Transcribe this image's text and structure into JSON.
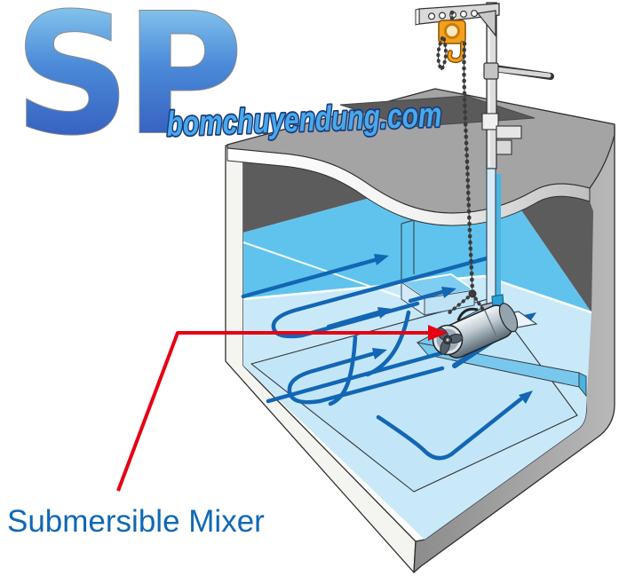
{
  "logo": {
    "monogram": "SP",
    "wordmark": "bomchuyendung.com"
  },
  "annotation": {
    "label": "Submersible Mixer"
  },
  "colors": {
    "logo_gradient_top": "#9fe0f6",
    "logo_gradient_bottom": "#2b4db4",
    "wordmark_fill": "#47a9eb",
    "wordmark_outline": "#1c3a78",
    "label_blue": "#0f68b6",
    "leader_red": "#e60012",
    "water_surface_cyan": "#60c3ed",
    "water_pale": "#c9e9f9",
    "flow_arrow_blue": "#1266b4",
    "hoist_orange": "#f3a01f",
    "bracket_teal": "#2aa2d8",
    "tank_gray": "#a4a4a4",
    "interior_dark": "#5c5c5c"
  }
}
